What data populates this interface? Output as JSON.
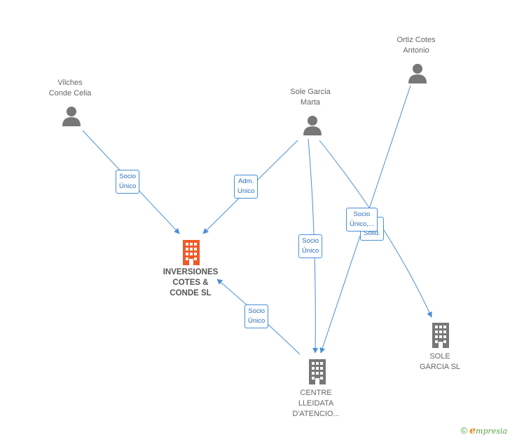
{
  "nodes": {
    "vilches": {
      "lines": [
        "Vilches",
        "Conde Celia"
      ],
      "icon": "person-icon",
      "color": "#777777"
    },
    "sole_marta": {
      "lines": [
        "Sole Garcia",
        "Marta"
      ],
      "icon": "person-icon",
      "color": "#777777"
    },
    "ortiz": {
      "lines": [
        "Ortiz Cotes",
        "Antonio"
      ],
      "icon": "person-icon",
      "color": "#777777"
    },
    "inversiones": {
      "lines": [
        "INVERSIONES",
        "COTES &",
        "CONDE SL"
      ],
      "icon": "building-icon",
      "color": "#f05a28"
    },
    "centre": {
      "lines": [
        "CENTRE",
        "LLEIDATA",
        "D'ATENCIO..."
      ],
      "icon": "building-icon",
      "color": "#777777"
    },
    "sole_sl": {
      "lines": [
        "SOLE",
        "GARCIA SL"
      ],
      "icon": "building-icon",
      "color": "#777777"
    }
  },
  "relations": {
    "r1": [
      "Socio",
      "Único"
    ],
    "r2": [
      "Adm.",
      "Unico"
    ],
    "r3": [
      "Socio",
      "Único"
    ],
    "r4": [
      "Socio",
      "Único,..."
    ],
    "r5": [
      "Solid."
    ],
    "r6": [
      "Socio",
      "Único"
    ]
  },
  "footer": {
    "copyright": "©",
    "brand_e": "e",
    "brand_rest": "mpresia"
  }
}
